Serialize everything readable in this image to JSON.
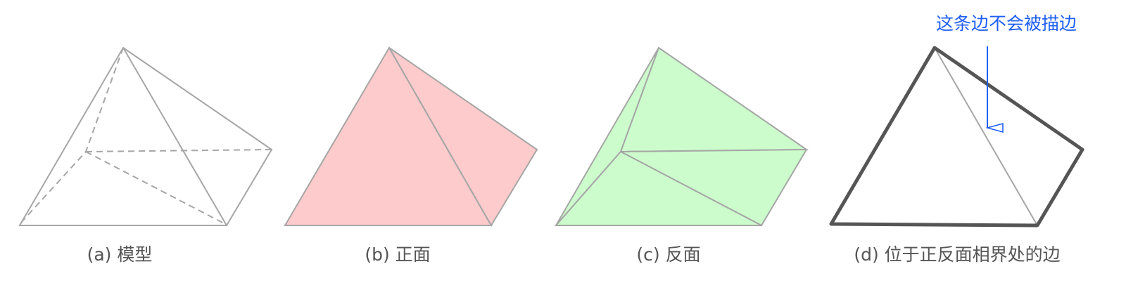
{
  "panels": [
    {
      "id": "a",
      "caption": "(a) 模型"
    },
    {
      "id": "b",
      "caption": "(b) 正面"
    },
    {
      "id": "c",
      "caption": "(c) 反面"
    },
    {
      "id": "d",
      "caption": "(d) 位于正反面相界处的边"
    }
  ],
  "callout": {
    "text": "这条边不会被描边"
  },
  "colors": {
    "edge": "#a6a6a6",
    "hidden_edge": "#a6a6a6",
    "front_fill": "#fdcbcb",
    "back_fill": "#ccfccc",
    "outline": "#555555",
    "annotation": "#1f5ff5"
  }
}
